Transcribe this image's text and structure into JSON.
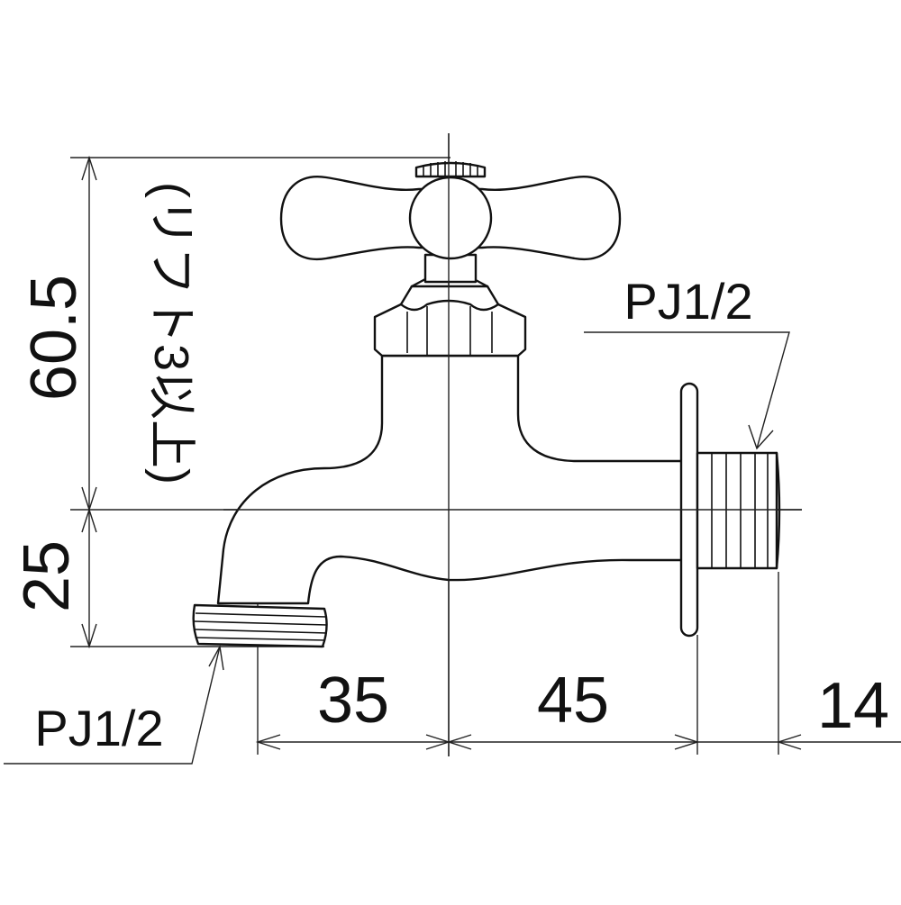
{
  "dimensions": {
    "height_top": "60.5",
    "height_top_note": "(リフト3以上)",
    "height_bottom": "25",
    "width_left": "35",
    "width_middle": "45",
    "width_right": "14"
  },
  "labels": {
    "thread_inlet": "PJ1/2",
    "thread_outlet": "PJ1/2"
  },
  "colors": {
    "line": "#111111",
    "background": "#ffffff"
  }
}
